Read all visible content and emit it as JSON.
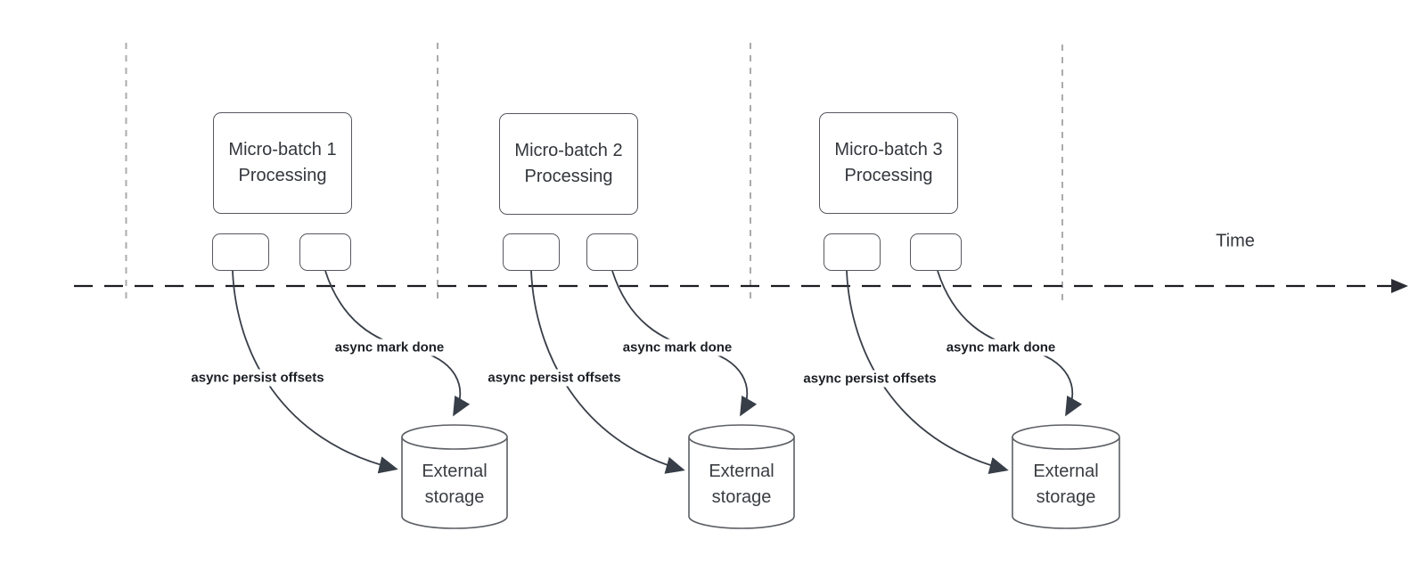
{
  "diagram": {
    "timeline": {
      "label": "Time"
    },
    "groups": [
      {
        "box_line1": "Micro-batch 1",
        "box_line2": "Processing",
        "persist_label": "async persist offsets",
        "done_label": "async mark done",
        "storage_line1": "External",
        "storage_line2": "storage"
      },
      {
        "box_line1": "Micro-batch 2",
        "box_line2": "Processing",
        "persist_label": "async persist offsets",
        "done_label": "async mark done",
        "storage_line1": "External",
        "storage_line2": "storage"
      },
      {
        "box_line1": "Micro-batch 3",
        "box_line2": "Processing",
        "persist_label": "async persist offsets",
        "done_label": "async mark done",
        "storage_line1": "External",
        "storage_line2": "storage"
      }
    ],
    "colors": {
      "background": "#ffffff",
      "box_border": "#55585e",
      "arrow": "#383e48",
      "timeline_dash": "#1b1d21",
      "gridline_dash": "#ababab",
      "box_text": "#33363c",
      "label_text": "#1b1e24"
    }
  }
}
